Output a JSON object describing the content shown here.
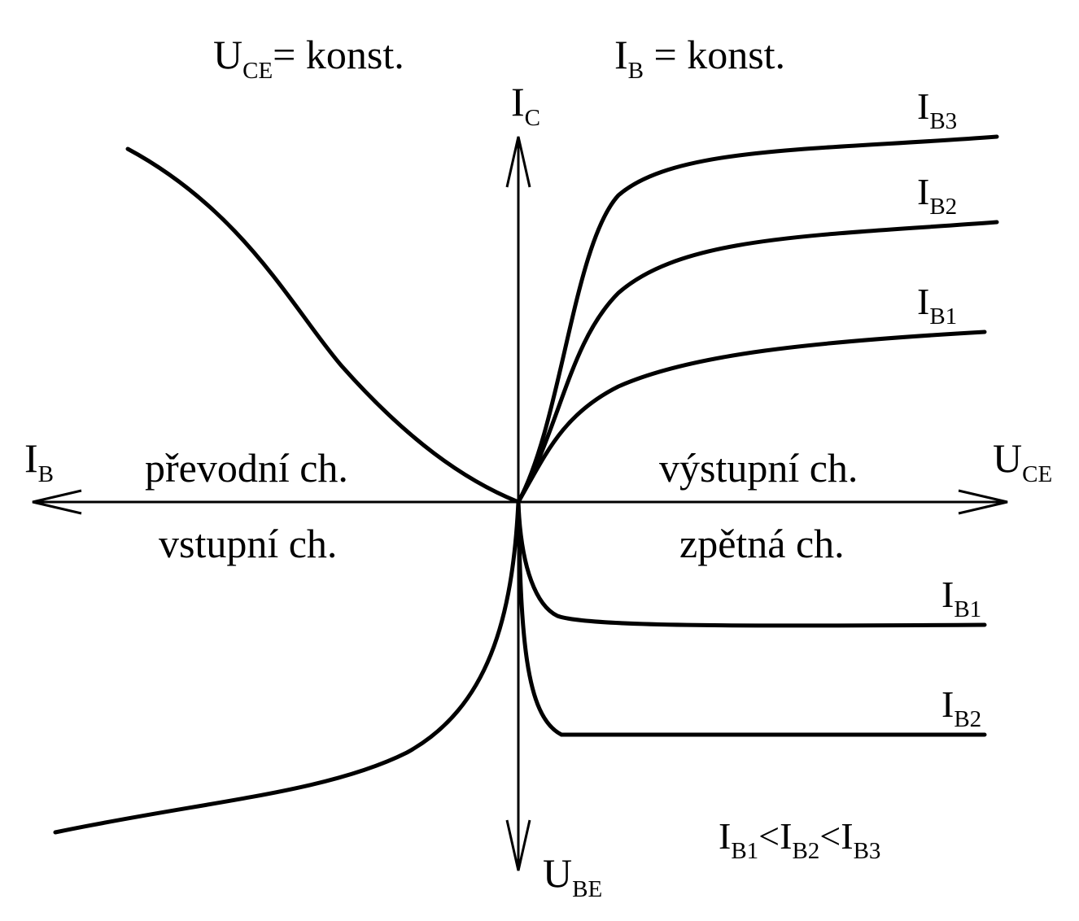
{
  "labels": {
    "uce_const_main": "U",
    "uce_const_sub": "CE",
    "uce_const_tail": "= konst.",
    "ib_const_main": "I",
    "ib_const_sub": "B",
    "ib_const_tail": " = konst.",
    "axis_ic_main": "I",
    "axis_ic_sub": "C",
    "axis_ib_main": "I",
    "axis_ib_sub": "B",
    "axis_uce_main": "U",
    "axis_uce_sub": "CE",
    "axis_ube_main": "U",
    "axis_ube_sub": "BE",
    "q2_name": "převodní ch.",
    "q1_name": "výstupní ch.",
    "q3_name": "vstupní ch.",
    "q4_name": "zpětná ch.",
    "curve_i": "I",
    "ib1": "B1",
    "ib2": "B2",
    "ib3": "B3",
    "lt": "<"
  },
  "stroke_color": "#000000",
  "background_color": "#ffffff"
}
